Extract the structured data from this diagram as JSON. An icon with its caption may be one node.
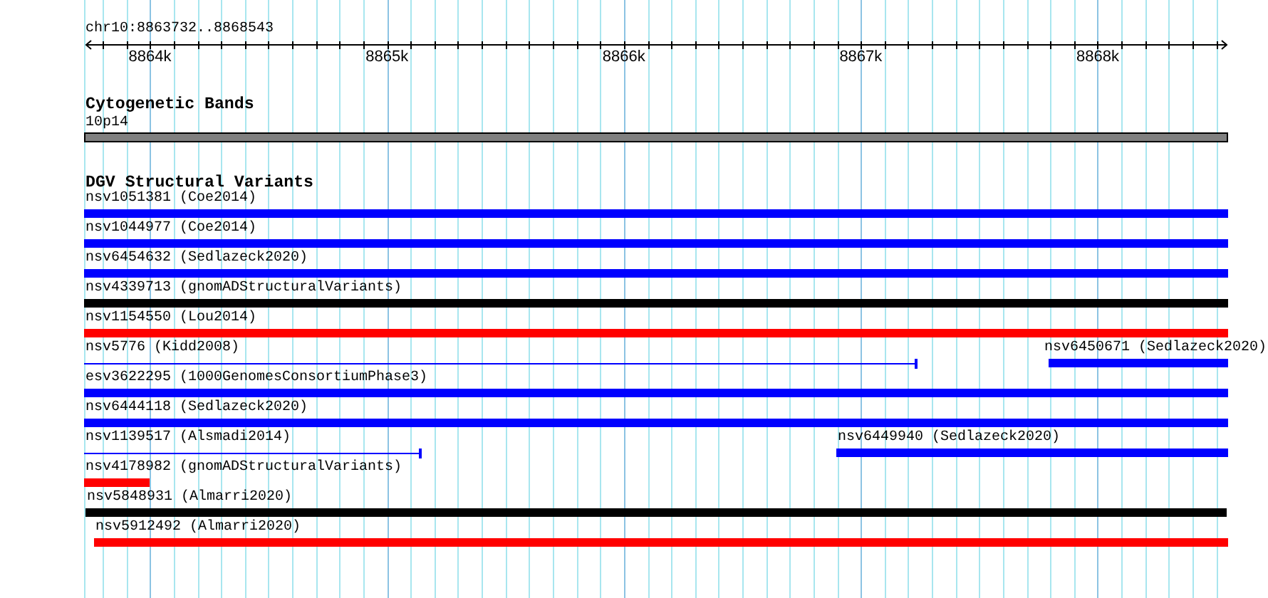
{
  "diagram": {
    "nodes": [
      {
        "text": [],
        "shape": "bar",
        "beside": [
          "10p14"
        ]
      },
      {
        "text": [],
        "shape": "bar",
        "beside": [
          "nsv1051381 (Coe2014)"
        ]
      },
      {
        "text": [],
        "shape": "bar",
        "beside": [
          "nsv1044977 (Coe2014)"
        ]
      },
      {
        "text": [],
        "shape": "bar",
        "beside": [
          "nsv6454632 (Sedlazeck2020)"
        ]
      },
      {
        "text": [],
        "shape": "bar",
        "beside": [
          "nsv4339713 (gnomADStructuralVariants)"
        ]
      },
      {
        "text": [],
        "shape": "bar",
        "beside": [
          "nsv1154550 (Lou2014)"
        ]
      },
      {
        "text": [],
        "shape": "line",
        "beside": [
          "nsv5776 (Kidd2008)"
        ]
      },
      {
        "text": [],
        "shape": "bar",
        "beside": [
          "nsv6450671 (Sedlazeck2020)"
        ]
      },
      {
        "text": [],
        "shape": "bar",
        "beside": [
          "esv3622295 (1000GenomesConsortiumPhase3)"
        ]
      },
      {
        "text": [],
        "shape": "bar",
        "beside": [
          "nsv6444118 (Sedlazeck2020)"
        ]
      },
      {
        "text": [],
        "shape": "line",
        "beside": [
          "nsv1139517 (Alsmadi2014)"
        ]
      },
      {
        "text": [],
        "shape": "bar",
        "beside": [
          "nsv6449940 (Sedlazeck2020)"
        ]
      },
      {
        "text": [],
        "shape": "bar",
        "beside": [
          "nsv4178982 (gnomADStructuralVariants)"
        ]
      },
      {
        "text": [],
        "shape": "bar",
        "beside": [
          "nsv5848931 (Almarri2020)"
        ]
      },
      {
        "text": [],
        "shape": "bar",
        "beside": [
          "nsv5912492 (Almarri2020)"
        ]
      }
    ],
    "labels": [
      "chr10:8863732..8868543",
      "8864k",
      "8865k",
      "8866k",
      "8867k",
      "8868k",
      "Cytogenetic Bands",
      "DGV Structural Variants"
    ]
  }
}
